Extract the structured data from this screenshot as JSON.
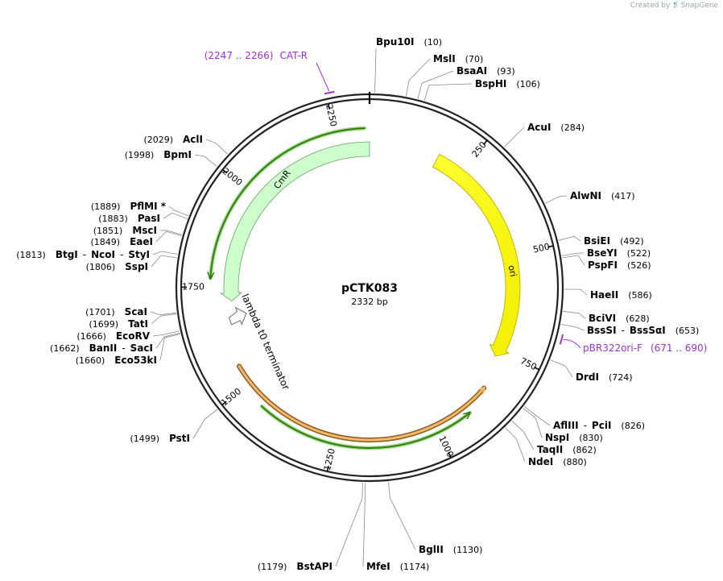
{
  "credit": {
    "prefix": "Created by",
    "logo_glyph": "❡",
    "brand": "SnapGene"
  },
  "plasmid": {
    "name": "pCTK083",
    "length_label": "2332 bp",
    "length": 2332
  },
  "ticks": [
    {
      "pos": 250,
      "label": "250"
    },
    {
      "pos": 500,
      "label": "500"
    },
    {
      "pos": 750,
      "label": "750"
    },
    {
      "pos": 1000,
      "label": "1000"
    },
    {
      "pos": 1250,
      "label": "1250"
    },
    {
      "pos": 1500,
      "label": "1500"
    },
    {
      "pos": 1750,
      "label": "1750"
    },
    {
      "pos": 2000,
      "label": "2000"
    },
    {
      "pos": 2250,
      "label": "2250"
    }
  ],
  "features": [
    {
      "name": "ori",
      "type": "rep_origin",
      "color": "#ffff00",
      "stroke": "#b5a400",
      "start": 179,
      "end": 768,
      "direction": "forward",
      "label": "ori"
    },
    {
      "name": "CmR",
      "type": "cds",
      "color": "#ccffcc",
      "stroke": "#6c9c6c",
      "start": 1713,
      "end": 2332,
      "direction": "reverse",
      "label": "CmR"
    },
    {
      "name": "lambda t0 terminator",
      "type": "terminator",
      "color": "#ffffff",
      "stroke": "#666666",
      "pos": 1665,
      "label": "lambda t0 terminator"
    }
  ],
  "arcs": [
    {
      "color": "#f5b86a",
      "edge": "#8a5a1e",
      "start": 850,
      "end": 1548,
      "arrow": "start"
    },
    {
      "color": "#2e7d12",
      "edge": "#a8dc8c",
      "start": 916,
      "end": 1440,
      "arrow": "start"
    },
    {
      "color": "#2e7d12",
      "edge": "#a8dc8c",
      "start": 1772,
      "end": 2320,
      "arrow": "start"
    }
  ],
  "primers": [
    {
      "name": "CAT-R",
      "range": "(2247 .. 2266)",
      "color": "#9933cc",
      "start": 2247,
      "end": 2266,
      "side": "left"
    },
    {
      "name": "pBR322ori-F",
      "range": "(671 .. 690)",
      "color": "#9933cc",
      "start": 671,
      "end": 690,
      "side": "right"
    }
  ],
  "sites": [
    {
      "names": [
        "Bpu10I"
      ],
      "pos": "(10)",
      "bp": 10
    },
    {
      "names": [
        "MslI"
      ],
      "pos": "(70)",
      "bp": 70
    },
    {
      "names": [
        "BsaAI"
      ],
      "pos": "(93)",
      "bp": 93
    },
    {
      "names": [
        "BspHI"
      ],
      "pos": "(106)",
      "bp": 106
    },
    {
      "names": [
        "AcuI"
      ],
      "pos": "(284)",
      "bp": 284
    },
    {
      "names": [
        "AlwNI"
      ],
      "pos": "(417)",
      "bp": 417
    },
    {
      "names": [
        "BsiEI"
      ],
      "pos": "(492)",
      "bp": 492
    },
    {
      "names": [
        "BseYI"
      ],
      "pos": "(522)",
      "bp": 522
    },
    {
      "names": [
        "PspFI"
      ],
      "pos": "(526)",
      "bp": 526
    },
    {
      "names": [
        "HaeII"
      ],
      "pos": "(586)",
      "bp": 586
    },
    {
      "names": [
        "BciVI"
      ],
      "pos": "(628)",
      "bp": 628
    },
    {
      "names": [
        "BssSI",
        "BssSαI"
      ],
      "pos": "(653)",
      "bp": 653
    },
    {
      "names": [
        "DrdI"
      ],
      "pos": "(724)",
      "bp": 724
    },
    {
      "names": [
        "AflIII",
        "PciI"
      ],
      "pos": "(826)",
      "bp": 826
    },
    {
      "names": [
        "NspI"
      ],
      "pos": "(830)",
      "bp": 830
    },
    {
      "names": [
        "TaqII"
      ],
      "pos": "(862)",
      "bp": 862
    },
    {
      "names": [
        "NdeI"
      ],
      "pos": "(880)",
      "bp": 880
    },
    {
      "names": [
        "BglII"
      ],
      "pos": "(1130)",
      "bp": 1130
    },
    {
      "names": [
        "MfeI"
      ],
      "pos": "(1174)",
      "bp": 1174
    },
    {
      "names": [
        "BstAPI"
      ],
      "pos": "(1179)",
      "bp": 1179
    },
    {
      "names": [
        "PstI"
      ],
      "pos": "(1499)",
      "bp": 1499
    },
    {
      "names": [
        "Eco53kI"
      ],
      "pos": "(1660)",
      "bp": 1660
    },
    {
      "names": [
        "BanII",
        "SacI"
      ],
      "pos": "(1662)",
      "bp": 1662
    },
    {
      "names": [
        "EcoRV"
      ],
      "pos": "(1666)",
      "bp": 1666
    },
    {
      "names": [
        "TatI"
      ],
      "pos": "(1699)",
      "bp": 1699
    },
    {
      "names": [
        "ScaI"
      ],
      "pos": "(1701)",
      "bp": 1701
    },
    {
      "names": [
        "SspI"
      ],
      "pos": "(1806)",
      "bp": 1806
    },
    {
      "names": [
        "BtgI",
        "NcoI",
        "StyI"
      ],
      "pos": "(1813)",
      "bp": 1813
    },
    {
      "names": [
        "EaeI"
      ],
      "pos": "(1849)",
      "bp": 1849
    },
    {
      "names": [
        "MscI"
      ],
      "pos": "(1851)",
      "bp": 1851
    },
    {
      "names": [
        "PasI"
      ],
      "pos": "(1883)",
      "bp": 1883
    },
    {
      "names": [
        "PflMI *"
      ],
      "pos": "(1889)",
      "bp": 1889
    },
    {
      "names": [
        "BpmI"
      ],
      "pos": "(1998)",
      "bp": 1998
    },
    {
      "names": [
        "AclI"
      ],
      "pos": "(2029)",
      "bp": 2029
    }
  ]
}
